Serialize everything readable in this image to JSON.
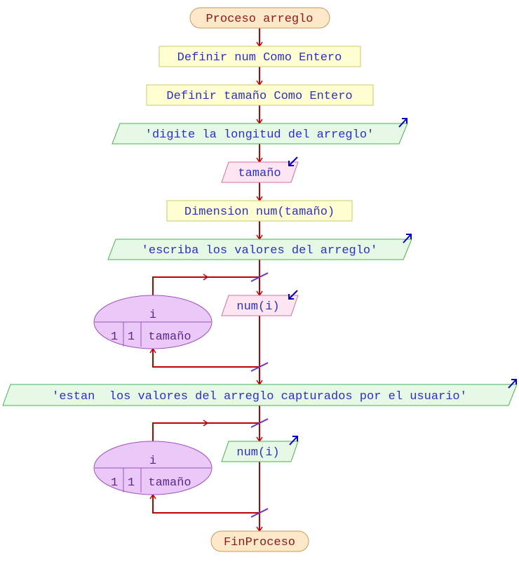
{
  "colors": {
    "flow_line": "#c00000",
    "text": "#2e2ec8",
    "terminal_fill": "#fde9c9",
    "terminal_stroke": "#c69a59",
    "terminal_text": "#8b1a1a",
    "process_fill": "#ffffd2",
    "process_stroke": "#c8c86e",
    "output_fill": "#e6f9e6",
    "output_stroke": "#4caf50",
    "input_fill": "#fde6f1",
    "input_stroke": "#d070a0",
    "loop_fill": "#eac8f8",
    "loop_stroke": "#a050c0",
    "loop_text": "#5a2a8a",
    "io_arrow": "#0000c8",
    "loop_tick": "#7030c0"
  },
  "nodes": {
    "start": "Proceso arreglo",
    "def_num": "Definir num Como Entero",
    "def_tam": "Definir tamaño Como Entero",
    "out_longitud": "'digite la longitud del arreglo'",
    "in_tam": "tamaño",
    "dimension": "Dimension num(tamaño)",
    "out_escriba": "'escriba los valores del arreglo'",
    "in_num": "num(i)",
    "out_estan": "'estan  los valores del arreglo capturados por el usuario'",
    "out_num": "num(i)",
    "end": "FinProceso"
  },
  "loops": [
    {
      "var": "i",
      "start": "1",
      "step": "1",
      "end": "tamaño"
    },
    {
      "var": "i",
      "start": "1",
      "step": "1",
      "end": "tamaño"
    }
  ]
}
